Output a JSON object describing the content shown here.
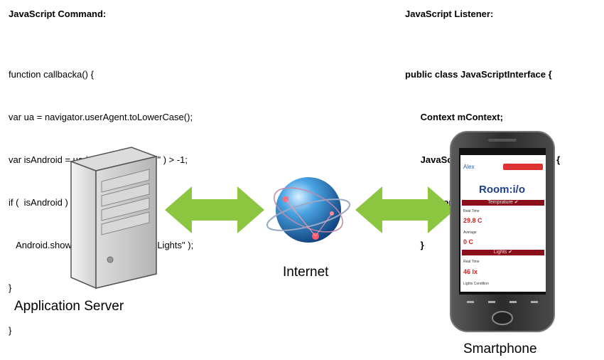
{
  "left_panel": {
    "heading": "JavaScript Command:",
    "code_lines": [
      "function callbacka() {",
      "var ua = navigator.userAgent.toLowerCase();",
      "var isAndroid = ua.indexOf( \"android\" ) > -1;",
      "if (  isAndroid ) {",
      "   Android.showToast( \"Turning OFF Lights\" );",
      "}",
      "}"
    ]
  },
  "right_panel": {
    "heading": "JavaScript Listener:",
    "code_lines": [
      "public class JavaScriptInterface {",
      "      Context mContext;",
      "      JavaScriptInterface(Context c) {",
      "         mContext = c;",
      "      }"
    ]
  },
  "labels": {
    "server": "Application Server",
    "internet": "Internet",
    "phone": "Smartphone"
  },
  "phone_screen": {
    "user": "Alex",
    "brand": "Room:i/o",
    "section_temp": "Temprature ✔",
    "real_time_1": "Real Time",
    "temp_value": "29.8 C",
    "average": "Average",
    "avg_value": "0 C",
    "section_lights": "Lights ✔",
    "real_time_2": "Real Time",
    "lux_value": "46 lx",
    "lights_condition": "Lights Condition"
  },
  "colors": {
    "arrow": "#8cc641",
    "server_body": "#e6e6e6",
    "globe": "#2a7fc8",
    "phone_body": "#333333"
  }
}
